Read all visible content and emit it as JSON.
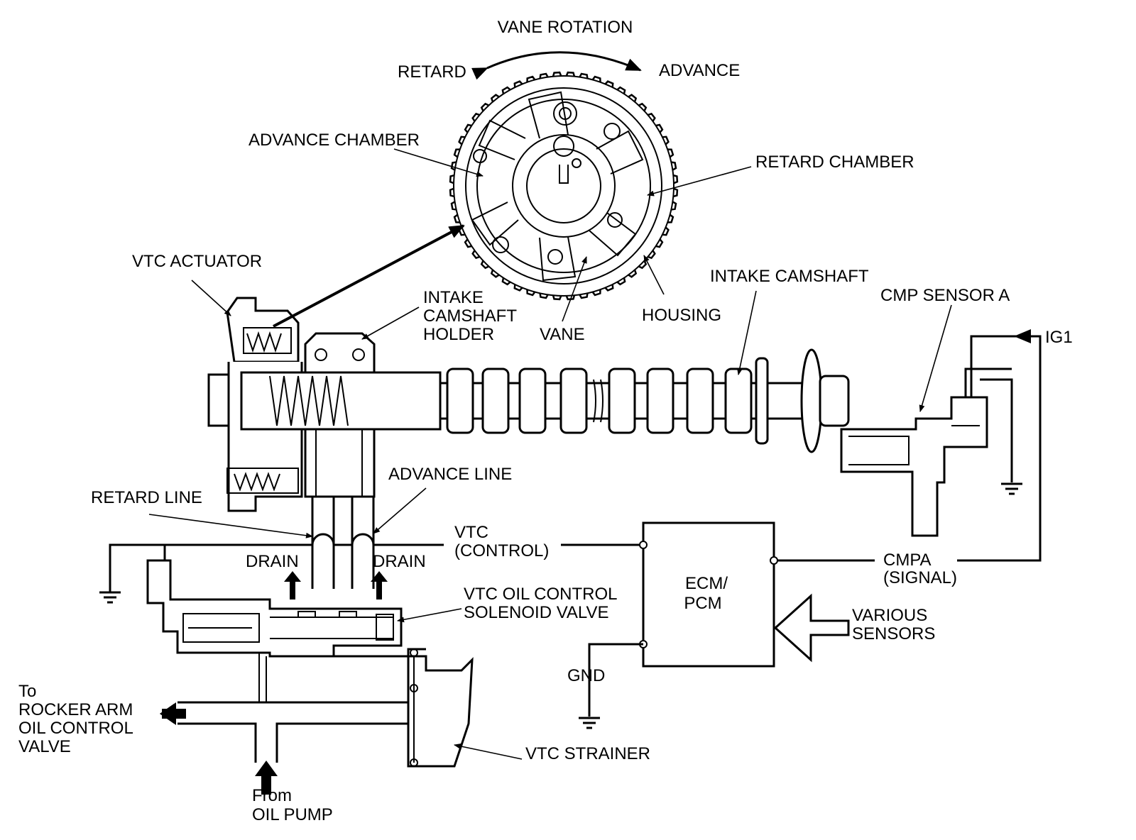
{
  "labels": {
    "vane_rotation": "VANE ROTATION",
    "retard": "RETARD",
    "advance": "ADVANCE",
    "advance_chamber": "ADVANCE CHAMBER",
    "retard_chamber": "RETARD CHAMBER",
    "vtc_actuator": "VTC ACTUATOR",
    "holder_1": "INTAKE",
    "holder_2": "CAMSHAFT",
    "holder_3": "HOLDER",
    "vane": "VANE",
    "housing": "HOUSING",
    "intake_camshaft": "INTAKE CAMSHAFT",
    "cmp_sensor_a": "CMP SENSOR A",
    "ig1": "IG1",
    "advance_line": "ADVANCE LINE",
    "retard_line": "RETARD LINE",
    "vtc_control_1": "VTC",
    "vtc_control_2": "(CONTROL)",
    "drain_left": "DRAIN",
    "drain_right": "DRAIN",
    "solenoid_1": "VTC OIL CONTROL",
    "solenoid_2": "SOLENOID VALVE",
    "ecm_1": "ECM/",
    "ecm_2": "PCM",
    "cmpa_1": "CMPA",
    "cmpa_2": "(SIGNAL)",
    "various_1": "VARIOUS",
    "various_2": "SENSORS",
    "gnd": "GND",
    "to_1": "To",
    "to_2": "ROCKER ARM",
    "to_3": "OIL CONTROL",
    "to_4": "VALVE",
    "vtc_strainer": "VTC STRAINER",
    "from_1": "From",
    "from_2": "OIL PUMP"
  }
}
